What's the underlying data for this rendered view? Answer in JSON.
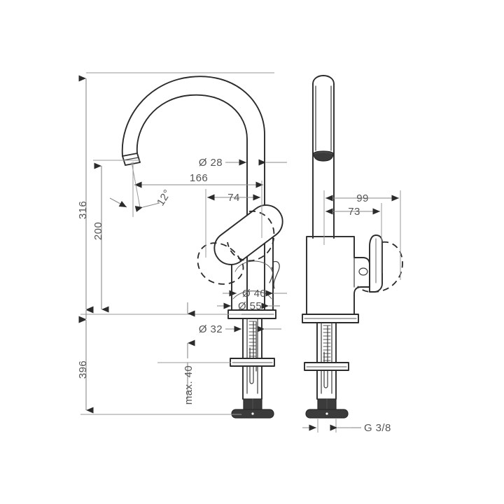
{
  "document": {
    "type": "technical-dimension-drawing",
    "subject": "single-lever basin mixer tap",
    "views": [
      "front-elevation",
      "side-elevation"
    ],
    "background_color": "#ffffff",
    "line_color": "#2b2b2b",
    "dimension_color": "#8a8a8a",
    "text_color": "#555555"
  },
  "dimensions": {
    "total_height": {
      "label": "316",
      "orientation": "vertical",
      "view": "front"
    },
    "spout_height": {
      "label": "200",
      "orientation": "vertical",
      "view": "front"
    },
    "below_deck_length": {
      "label": "396",
      "orientation": "vertical",
      "view": "front"
    },
    "spout_diameter": {
      "label": "Ø 28",
      "orientation": "horizontal",
      "view": "front"
    },
    "spout_reach": {
      "label": "166",
      "orientation": "horizontal",
      "view": "front"
    },
    "reach_inner": {
      "label": "74",
      "orientation": "horizontal",
      "view": "front"
    },
    "spout_angle": {
      "label": "12°",
      "orientation": "angular",
      "view": "front"
    },
    "body_diameter": {
      "label": "Ø 40",
      "orientation": "horizontal",
      "view": "front"
    },
    "base_diameter": {
      "label": "Ø 55",
      "orientation": "horizontal",
      "view": "front"
    },
    "shank_diameter": {
      "label": "Ø 32",
      "orientation": "horizontal",
      "view": "front"
    },
    "max_deck_thickness": {
      "label": "max. 40",
      "orientation": "vertical",
      "view": "front"
    },
    "handle_projection": {
      "label": "99",
      "orientation": "horizontal",
      "view": "side"
    },
    "body_projection": {
      "label": "73",
      "orientation": "horizontal",
      "view": "side"
    },
    "connection_thread": {
      "label": "G 3/8",
      "orientation": "horizontal-leader",
      "view": "side"
    }
  },
  "annotations": [
    {
      "id": "d-316",
      "text": "316",
      "rotated": true
    },
    {
      "id": "d-200",
      "text": "200",
      "rotated": true
    },
    {
      "id": "d-396",
      "text": "396",
      "rotated": true
    },
    {
      "id": "d-max40",
      "text": "max. 40",
      "rotated": true
    },
    {
      "id": "d-28",
      "text": "Ø 28",
      "rotated": false
    },
    {
      "id": "d-166",
      "text": "166",
      "rotated": false
    },
    {
      "id": "d-74",
      "text": "74",
      "rotated": false
    },
    {
      "id": "d-12deg",
      "text": "12°",
      "rotated": false
    },
    {
      "id": "d-40",
      "text": "Ø 40",
      "rotated": false
    },
    {
      "id": "d-55",
      "text": "Ø 55",
      "rotated": false
    },
    {
      "id": "d-32",
      "text": "Ø 32",
      "rotated": false
    },
    {
      "id": "d-99",
      "text": "99",
      "rotated": false
    },
    {
      "id": "d-73",
      "text": "73",
      "rotated": false
    },
    {
      "id": "d-g38",
      "text": "G 3/8",
      "rotated": false
    }
  ]
}
